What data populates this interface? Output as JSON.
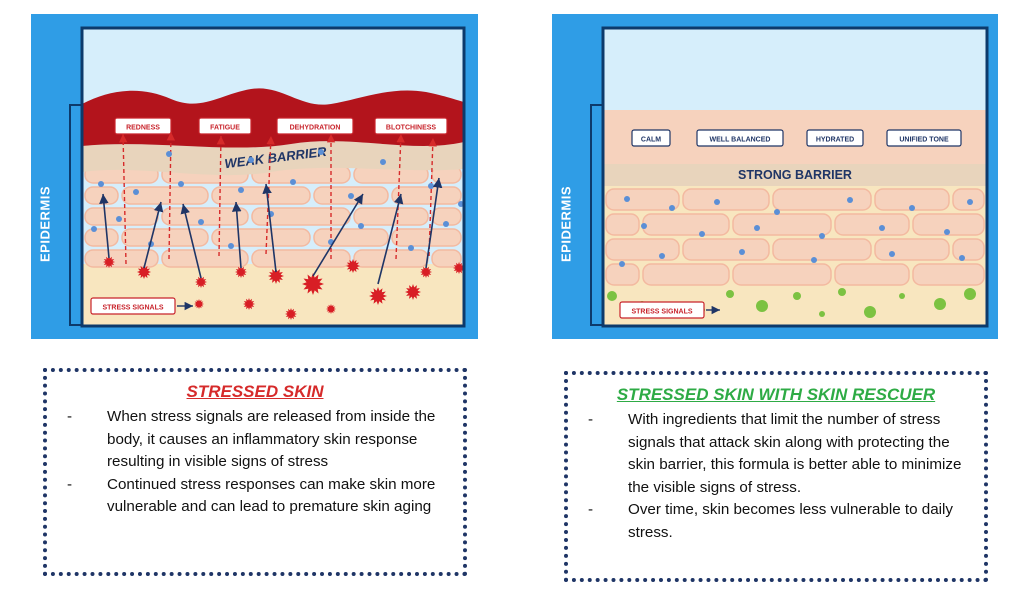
{
  "left_panel": {
    "side_label": "EPIDERMIS",
    "barrier_label": "WEAK BARRIER",
    "signs": [
      "REDNESS",
      "FATIGUE",
      "DEHYDRATION",
      "BLOTCHINESS"
    ],
    "stress_label": "STRESS SIGNALS"
  },
  "right_panel": {
    "side_label": "EPIDERMIS",
    "barrier_label": "STRONG BARRIER",
    "signs": [
      "CALM",
      "WELL BALANCED",
      "HYDRATED",
      "UNIFIED TONE"
    ],
    "stress_label": "STRESS SIGNALS"
  },
  "left_box": {
    "title": "STRESSED SKIN",
    "bullets": [
      {
        "dash": "-",
        "text": "When stress signals are released from inside the body, it causes an inflammatory skin response resulting in visible signs of stress"
      },
      {
        "dash": "-",
        "text": "Continued stress responses can make skin more vulnerable and can lead to premature skin aging"
      }
    ]
  },
  "right_box": {
    "title": "STRESSED SKIN WITH SKIN RESCUER",
    "bullets": [
      {
        "dash": "-",
        "text": "With ingredients that limit the number of stress signals that attack skin along with protecting the skin barrier, this formula is better able to minimize the visible signs of stress."
      },
      {
        "dash": "-",
        "text": "Over time, skin becomes less vulnerable to daily stress."
      }
    ]
  },
  "colors": {
    "panel_blue": "#2f9de6",
    "inner_border": "#0d3a6b",
    "inflamed_red": "#b3141c",
    "barrier_beige": "#e8d4bc",
    "cell_peach": "#f6d2bd",
    "base_cream": "#f8e6bf",
    "sky": "#d6eefb",
    "rescuer_green": "#7cc242",
    "title_red": "#d62a2a",
    "title_green": "#2eab45"
  }
}
